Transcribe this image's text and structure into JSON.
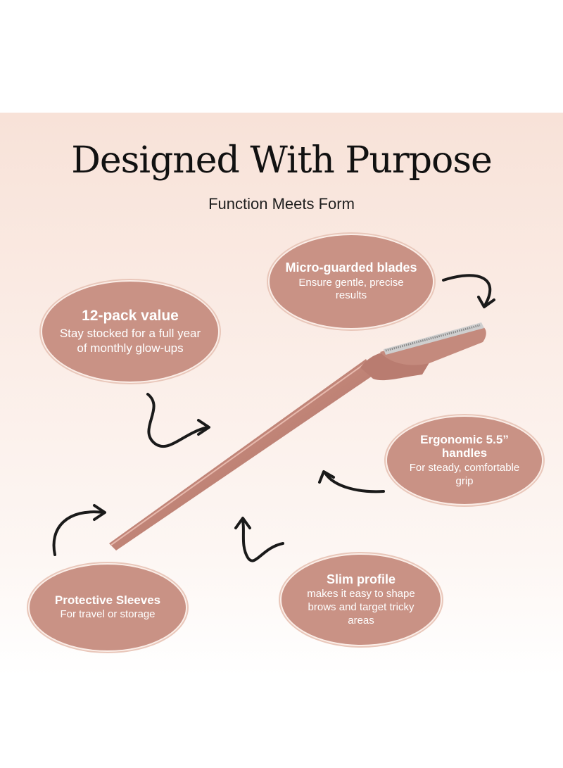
{
  "header": {
    "title": "Designed With Purpose",
    "subtitle": "Function Meets Form"
  },
  "callouts": [
    {
      "heading": "12-pack value",
      "text": "Stay stocked for a full year of monthly glow-ups"
    },
    {
      "heading": "Micro-guarded blades",
      "text": "Ensure gentle, precise results"
    },
    {
      "heading": "Ergonomic 5.5” handles",
      "text": "For steady, comfortable grip"
    },
    {
      "heading": "Slim profile",
      "text": "makes it easy to shape brows and target tricky areas"
    },
    {
      "heading": "Protective Sleeves",
      "text": "For travel or storage"
    }
  ],
  "colors": {
    "bubble": "#c99285",
    "razor": "#c08477",
    "arrow": "#1a1a1a",
    "text": "#111111"
  },
  "icons": [
    "razor-illustration",
    "curved-arrow-icon"
  ]
}
